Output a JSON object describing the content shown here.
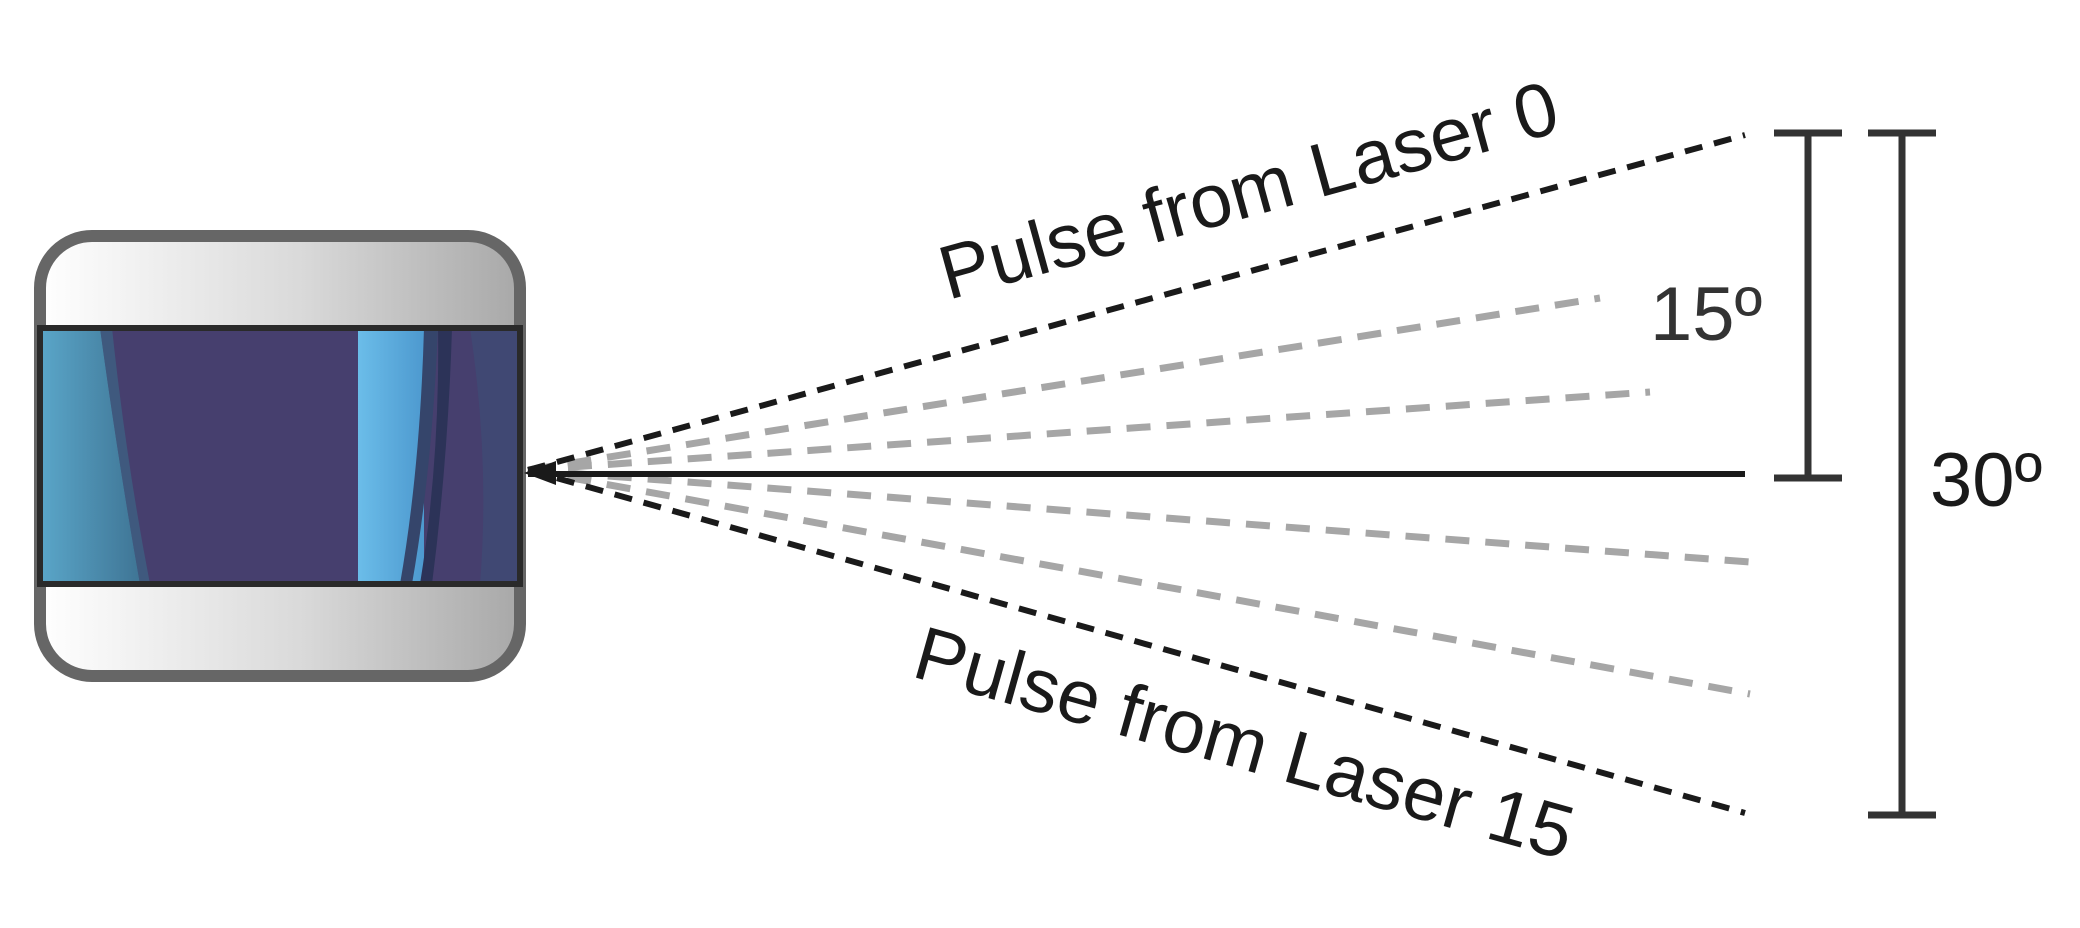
{
  "labels": {
    "top_beam": "Pulse from Laser 0",
    "bottom_beam": "Pulse from Laser 15",
    "inner_angle": "15º",
    "outer_angle": "30º"
  },
  "colors": {
    "beam_dark": "#1a1a1a",
    "beam_gray": "#a6a6a6",
    "bracket": "#333333",
    "sensor_frame": "#666666",
    "sensor_window": "#463f6e",
    "sensor_highlight": "#64b5e4"
  }
}
